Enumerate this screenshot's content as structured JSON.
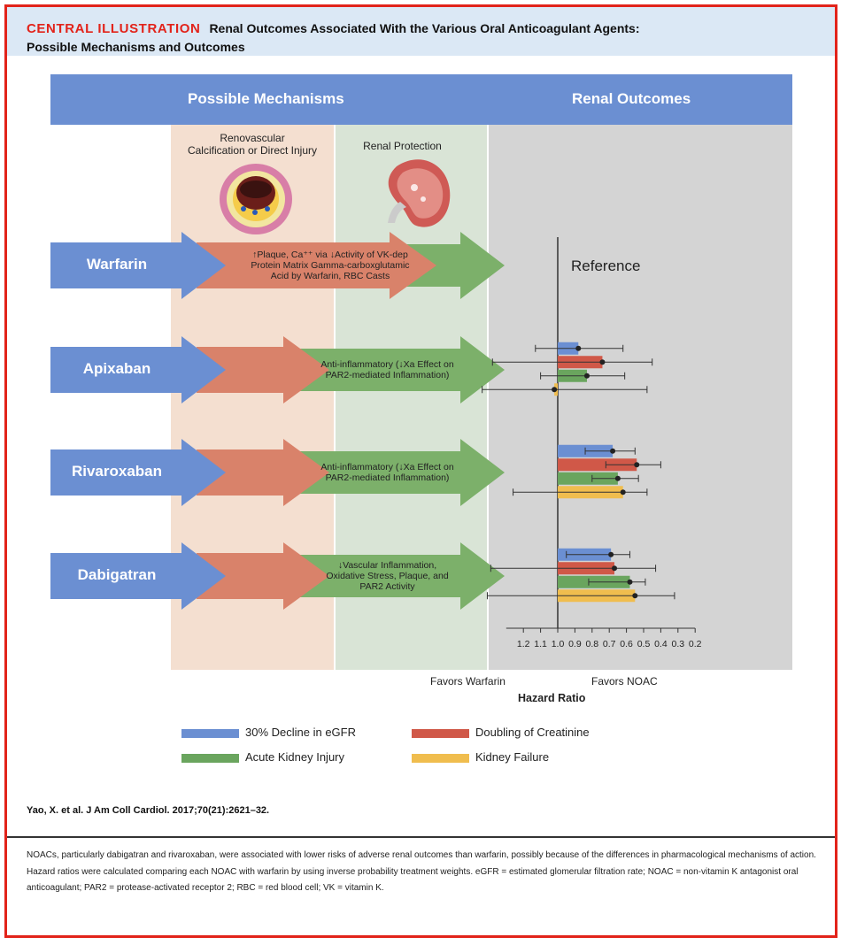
{
  "title": {
    "label": "CENTRAL ILLUSTRATION",
    "line1": "Renal Outcomes Associated With the Various Oral Anticoagulant Agents:",
    "line2": "Possible Mechanisms and Outcomes"
  },
  "headers": {
    "mechanisms": "Possible Mechanisms",
    "outcomes": "Renal Outcomes"
  },
  "columns": {
    "calcification_l1": "Renovascular",
    "calcification_l2": "Calcification or Direct Injury",
    "protection": "Renal Protection"
  },
  "drugs": [
    {
      "name": "Warfarin",
      "mechanism": [
        "↑Plaque, Ca⁺⁺ via ↓Activity of VK-dep",
        "Protein Matrix Gamma-carboxglutamic",
        "Acid by Warfarin, RBC Casts"
      ]
    },
    {
      "name": "Apixaban",
      "mechanism": [
        "Anti-inflammatory (↓Xa Effect on",
        "PAR2-mediated Inflammation)"
      ]
    },
    {
      "name": "Rivaroxaban",
      "mechanism": [
        "Anti-inflammatory (↓Xa Effect on",
        "PAR2-mediated Inflammation)"
      ]
    },
    {
      "name": "Dabigatran",
      "mechanism": [
        "↓Vascular Inflammation,",
        "Oxidative Stress, Plaque, and",
        "PAR2 Activity"
      ]
    }
  ],
  "reference": "Reference",
  "chart_data": {
    "type": "bar",
    "xlabel": "Hazard Ratio",
    "x_reversed": true,
    "xlim": [
      1.3,
      0.2
    ],
    "xticks": [
      1.2,
      1.1,
      1.0,
      0.9,
      0.8,
      0.7,
      0.6,
      0.5,
      0.4,
      0.3,
      0.2
    ],
    "xtick_labels": [
      "1.2",
      "1.1",
      "1.0",
      "0.9",
      "0.8",
      "0.7",
      "0.6",
      "0.5",
      "0.4",
      "0.3",
      "0.2"
    ],
    "reference_line": 1.0,
    "direction_labels": {
      "left": "Favors Warfarin",
      "right": "Favors NOAC"
    },
    "series": [
      {
        "name": "30% Decline in eGFR",
        "color": "#6b8fd2"
      },
      {
        "name": "Doubling of Creatinine",
        "color": "#d05848"
      },
      {
        "name": "Acute Kidney Injury",
        "color": "#6aa55e"
      },
      {
        "name": "Kidney Failure",
        "color": "#f0bd4e"
      }
    ],
    "groups": [
      {
        "drug": "Warfarin",
        "reference": true,
        "values": []
      },
      {
        "drug": "Apixaban",
        "values": [
          {
            "series": 0,
            "hr": 0.88,
            "ci": [
              1.13,
              0.62
            ]
          },
          {
            "series": 1,
            "hr": 0.74,
            "ci": [
              1.38,
              0.45
            ]
          },
          {
            "series": 2,
            "hr": 0.83,
            "ci": [
              1.1,
              0.61
            ]
          },
          {
            "series": 3,
            "hr": 1.02,
            "ci": [
              1.44,
              0.48
            ]
          }
        ]
      },
      {
        "drug": "Rivaroxaban",
        "values": [
          {
            "series": 0,
            "hr": 0.68,
            "ci": [
              0.84,
              0.55
            ]
          },
          {
            "series": 1,
            "hr": 0.54,
            "ci": [
              0.72,
              0.4
            ]
          },
          {
            "series": 2,
            "hr": 0.65,
            "ci": [
              0.8,
              0.53
            ]
          },
          {
            "series": 3,
            "hr": 0.62,
            "ci": [
              1.26,
              0.48
            ]
          }
        ]
      },
      {
        "drug": "Dabigatran",
        "values": [
          {
            "series": 0,
            "hr": 0.69,
            "ci": [
              0.95,
              0.58
            ]
          },
          {
            "series": 1,
            "hr": 0.67,
            "ci": [
              1.39,
              0.43
            ]
          },
          {
            "series": 2,
            "hr": 0.58,
            "ci": [
              0.82,
              0.49
            ]
          },
          {
            "series": 3,
            "hr": 0.55,
            "ci": [
              1.41,
              0.32
            ]
          }
        ]
      }
    ]
  },
  "citation": "Yao, X. et al. J Am Coll Cardiol. 2017;70(21):2621–32.",
  "caption": "NOACs, particularly dabigatran and rivaroxaban, were associated with lower risks of adverse renal outcomes than warfarin, possibly because of the differences in pharmacological mechanisms of action. Hazard ratios were calculated comparing each NOAC with warfarin by using inverse probability treatment weights. eGFR = estimated glomerular filtration rate; NOAC = non-vitamin K antagonist oral anticoagulant; PAR2 = protease-activated receptor 2; RBC = red blood cell; VK = vitamin K."
}
